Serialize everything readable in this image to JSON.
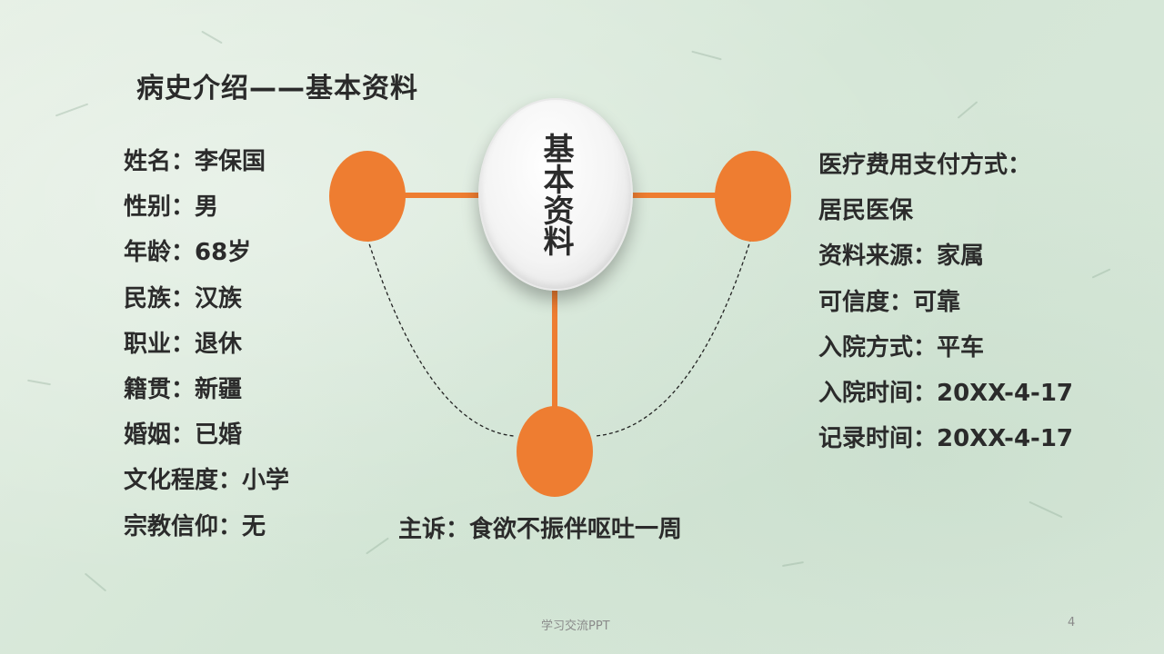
{
  "slide": {
    "title": "病史介绍——基本资料",
    "center_label": "基本资料",
    "left_fields": [
      "姓名：李保国",
      "性别：男",
      "年龄：68岁",
      "民族：汉族",
      "职业：退休",
      "籍贯：新疆",
      "婚姻：已婚",
      "文化程度：小学",
      "宗教信仰：无"
    ],
    "right_fields": [
      "医疗费用支付方式：",
      "居民医保",
      "资料来源：家属",
      "可信度：可靠",
      "入院方式：平车",
      "入院时间：20XX-4-17",
      "记录时间：20XX-4-17"
    ],
    "chief_complaint": "主诉：食欲不振伴呕吐一周",
    "footer_text": "学习交流PPT",
    "page_number": "4"
  },
  "colors": {
    "accent_orange": "#ee7d31",
    "background": "#dde9dd",
    "text": "#2b2b2b"
  }
}
